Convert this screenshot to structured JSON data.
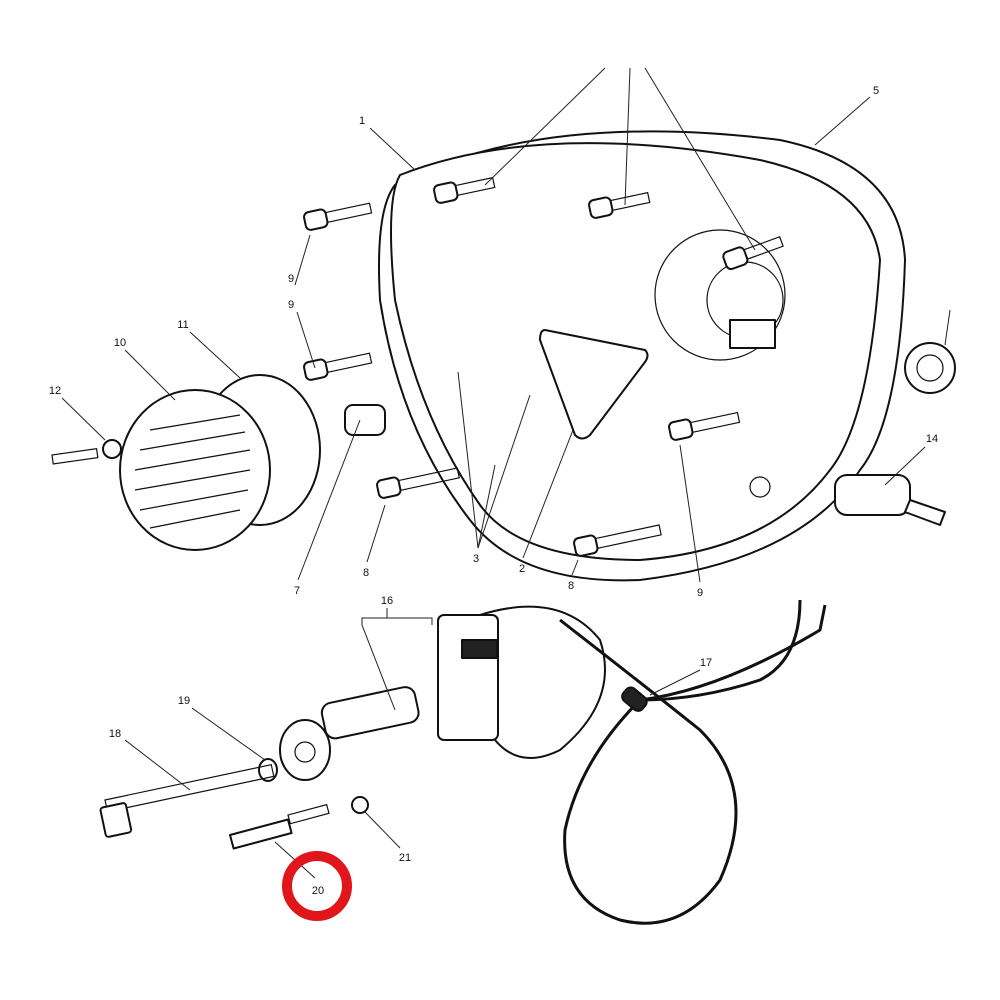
{
  "diagram": {
    "labels": {
      "l1": "1",
      "l2": "2",
      "l3": "3",
      "l5": "5",
      "l7": "7",
      "l8a": "8",
      "l8b": "8",
      "l9a": "9",
      "l9b": "9",
      "l9c": "9",
      "l10": "10",
      "l11": "11",
      "l12": "12",
      "l14": "14",
      "l16": "16",
      "l17": "17",
      "l18": "18",
      "l19": "19",
      "l20": "20",
      "l21": "21"
    },
    "highlight": {
      "target": "20",
      "color": "#e0161b"
    }
  }
}
